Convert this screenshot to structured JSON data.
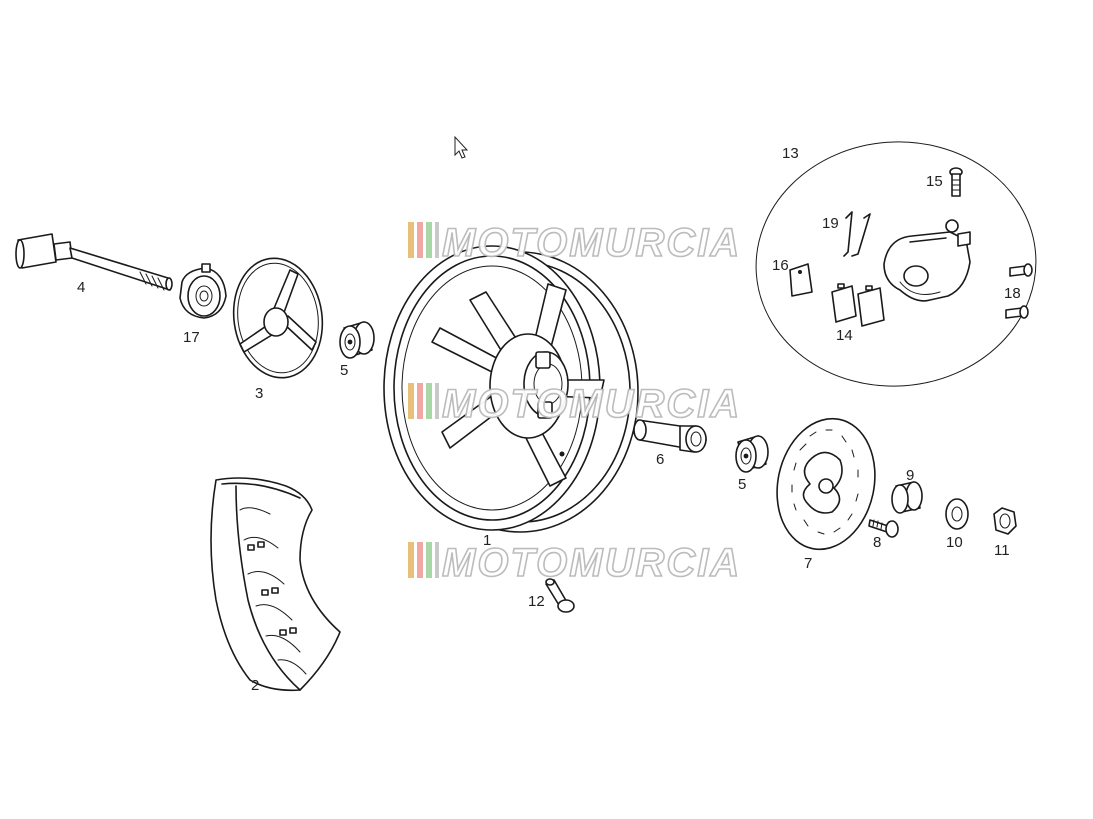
{
  "watermark": {
    "text": "MOTOMURCIA",
    "stripe_colors": [
      "#e8c07a",
      "#f2a6a6",
      "#a8d8a8",
      "#c9c9c9"
    ]
  },
  "labels": {
    "p1": "1",
    "p2": "2",
    "p3": "3",
    "p4": "4",
    "p5a": "5",
    "p5b": "5",
    "p6": "6",
    "p7": "7",
    "p8": "8",
    "p9": "9",
    "p10": "10",
    "p11": "11",
    "p12": "12",
    "p13": "13",
    "p14": "14",
    "p15": "15",
    "p16": "16",
    "p17": "17",
    "p18": "18",
    "p19": "19"
  },
  "icons": {
    "cursor": "mouse-pointer-icon"
  }
}
